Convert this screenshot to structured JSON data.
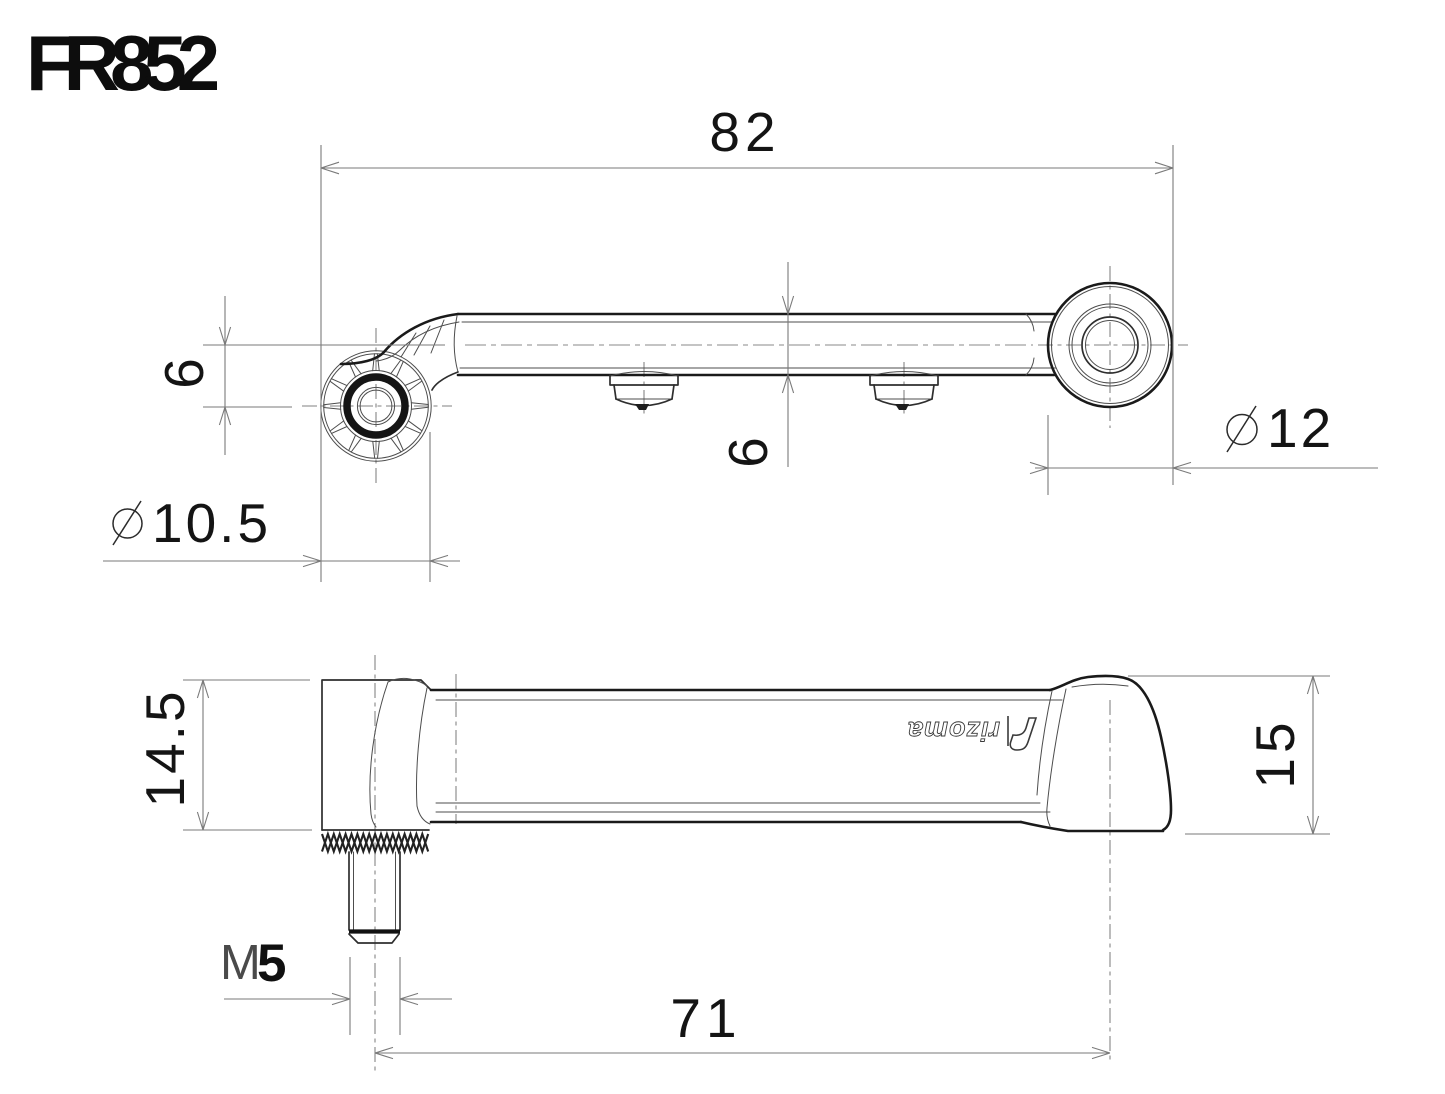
{
  "title": "FR852",
  "colors": {
    "background": "#ffffff",
    "line": "#1a1a1a",
    "dimension_line": "#7a7a7a",
    "text": "#141414"
  },
  "top_view": {
    "dim_overall_length": "82",
    "dim_axis_offset": "6",
    "dim_bar_width": "6",
    "dim_boss_diameter": "10.5",
    "dim_ring_diameter": "12"
  },
  "bottom_view": {
    "dim_body_height": "14.5",
    "dim_end_height": "15",
    "thread_prefix": "M",
    "thread_size": "5",
    "dim_stud_to_end": "71",
    "logo_text": "rizoma"
  }
}
